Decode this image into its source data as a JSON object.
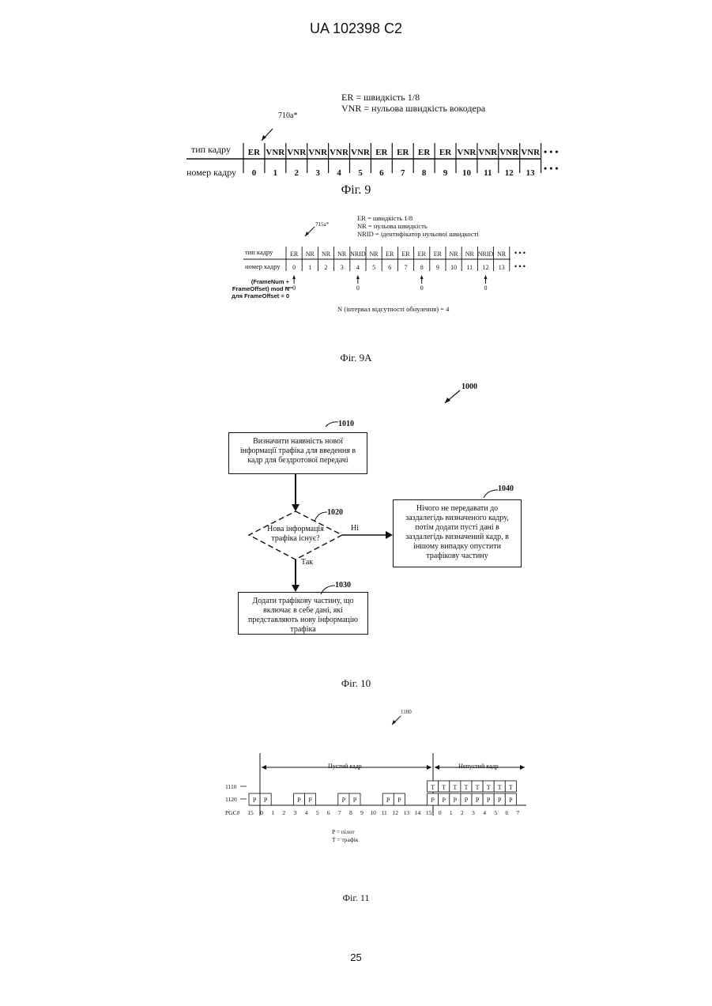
{
  "header": {
    "patent": "UA   102398   C2"
  },
  "fig9": {
    "legend": [
      "ER = швидкість 1/8",
      "VNR = нульова швидкість вокодера"
    ],
    "ref": "710a*",
    "row_type_label": "тип кадру",
    "row_num_label": "номер кадру",
    "frames": [
      "ER",
      "VNR",
      "VNR",
      "VNR",
      "VNR",
      "VNR",
      "ER",
      "ER",
      "ER",
      "ER",
      "VNR",
      "VNR",
      "VNR",
      "VNR"
    ],
    "numbers": [
      "0",
      "1",
      "2",
      "3",
      "4",
      "5",
      "6",
      "7",
      "8",
      "9",
      "10",
      "11",
      "12",
      "13"
    ],
    "ellipsis": "• • •",
    "caption": "Фіг. 9"
  },
  "fig9a": {
    "legend": [
      "ER = швидкість 1/8",
      "NR = нульова швидкість",
      "NRID = ідентифікатор нульової швидкості"
    ],
    "ref": "715a*",
    "row_type_label": "тип кадру",
    "row_num_label": "номер кадру",
    "frames": [
      "ER",
      "NR",
      "NR",
      "NR",
      "NRID",
      "NR",
      "ER",
      "ER",
      "ER",
      "ER",
      "NR",
      "NR",
      "NRID",
      "NR"
    ],
    "numbers": [
      "0",
      "1",
      "2",
      "3",
      "4",
      "5",
      "6",
      "7",
      "8",
      "9",
      "10",
      "11",
      "12",
      "13"
    ],
    "ellipsis": "• • •",
    "formula": [
      "(FrameNum +",
      "FrameOffset) mod N",
      "для FrameOffset = 0"
    ],
    "zero": "0",
    "interval": "N (інтервал відсутності обнулення) = 4",
    "caption": "Фіг. 9A"
  },
  "fig10": {
    "ref": "1000",
    "box1010": {
      "ref": "1010",
      "text": "Визначити наявність нової інформації трафіка для введення в кадр для бездротової передачі"
    },
    "decision1020": {
      "ref": "1020",
      "text": "Нова інформація трафіка існує?"
    },
    "box1040": {
      "ref": "1040",
      "text": "Нічого не передавати до заздалегідь визначеного кадру, потім додати пусті дані в заздалегідь визначений кадр, в іншому випадку опустити трафікову частину"
    },
    "box1030": {
      "ref": "1030",
      "text": "Додати трафікову частину, що включає в себе дані, які представляють нову інформацію трафіка"
    },
    "no_label": "Ні",
    "yes_label": "Так",
    "caption": "Фіг. 10"
  },
  "fig11": {
    "ref": "1100",
    "empty_frame": "Пустий кадр",
    "nonempty_frame": "Непустий кадр",
    "row_t_label": "1110",
    "row_p_label": "1120",
    "pgc_label": "PGC#",
    "pgc_numbers": [
      "15",
      "0",
      "1",
      "2",
      "3",
      "4",
      "5",
      "6",
      "7",
      "8",
      "9",
      "10",
      "11",
      "12",
      "13",
      "14",
      "15",
      "0",
      "1",
      "2",
      "3",
      "4",
      "5",
      "6",
      "7"
    ],
    "p_row": [
      "P",
      "P",
      "",
      "",
      "P",
      "P",
      "",
      "",
      "P",
      "P",
      "",
      "",
      "P",
      "P",
      "",
      "",
      "P",
      "P",
      "P",
      "P",
      "P",
      "P",
      "P",
      "P"
    ],
    "t_row": [
      "",
      "",
      "",
      "",
      "",
      "",
      "",
      "",
      "",
      "",
      "",
      "",
      "",
      "",
      "",
      "",
      "T",
      "T",
      "T",
      "T",
      "T",
      "T",
      "T",
      "T"
    ],
    "legend": [
      "P = пілот",
      "T = трафік"
    ],
    "caption": "Фіг. 11"
  },
  "footer": {
    "page_number": "25"
  }
}
